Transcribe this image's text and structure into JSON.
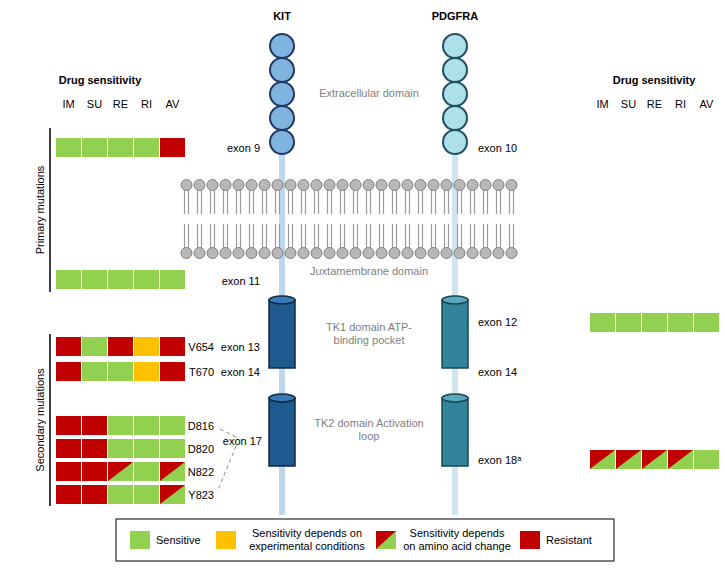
{
  "diagram": {
    "labels": [
      "Drug sensitivity",
      "IM",
      "SU",
      "RE",
      "RI",
      "AV",
      "Drug sensitivity",
      "IM",
      "SU",
      "RE",
      "RI",
      "AV",
      "Primary mutations",
      "Secondary mutations",
      "KIT",
      "PDGFRA",
      "Extracellular domain",
      "exon 9",
      "exon 10",
      "Juxtamembrane domain",
      "exon 11",
      "exon 12",
      "V654",
      "exon 13",
      "TK1 domain ATP-binding pocket",
      "T670",
      "exon 14",
      "exon 14",
      "D816",
      "exon 17",
      "TK2 domain Activation loop",
      "D820",
      "N822",
      "Y823",
      "exon 18ᵃ"
    ],
    "legend": [
      {
        "text": "Sensitive",
        "color": "#92d050"
      },
      {
        "text": "Sensitivity depends on experimental conditions",
        "color": "#ffc000"
      },
      {
        "text": "Sensitivity depends on amino acid change"
      },
      {
        "text": "Resistant",
        "color": "#c00000"
      }
    ]
  }
}
